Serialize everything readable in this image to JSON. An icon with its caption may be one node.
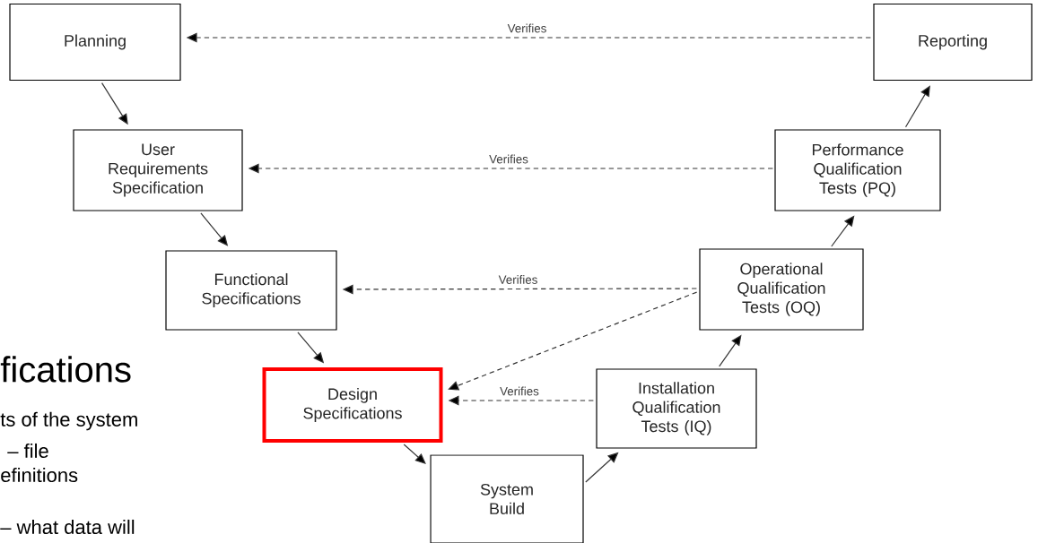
{
  "diagram": {
    "nodes": [
      {
        "text": [
          "Planning"
        ]
      },
      {
        "text": [
          "Reporting"
        ]
      },
      {
        "text": [
          "User Requirements Specification"
        ]
      },
      {
        "text": [
          "Performance Qualification Tests (PQ)"
        ]
      },
      {
        "text": [
          "Functional Specifications"
        ]
      },
      {
        "text": [
          "Operational Qualification Tests (OQ)"
        ]
      },
      {
        "text": [
          "Design Specifications"
        ]
      },
      {
        "text": [
          "Installation Qualification Tests (IQ)"
        ]
      },
      {
        "text": [
          "System Build"
        ]
      }
    ],
    "edges": [
      {
        "from": 0,
        "to": 2,
        "arrow": "to"
      },
      {
        "from": 2,
        "to": 4,
        "arrow": "to"
      },
      {
        "from": 4,
        "to": 6,
        "arrow": "to"
      },
      {
        "from": 6,
        "to": 8,
        "arrow": "to"
      },
      {
        "from": 8,
        "to": 7,
        "arrow": "to"
      },
      {
        "from": 7,
        "to": 5,
        "arrow": "to"
      },
      {
        "from": 5,
        "to": 3,
        "arrow": "to"
      },
      {
        "from": 3,
        "to": 1,
        "arrow": "to"
      },
      {
        "from": 1,
        "to": 0,
        "arrow": "to",
        "style": "dashed",
        "label": "Verifies"
      },
      {
        "from": 3,
        "to": 2,
        "arrow": "to",
        "style": "dashed",
        "label": "Verifies"
      },
      {
        "from": 5,
        "to": 4,
        "arrow": "to",
        "style": "dashed",
        "label": "Verifies"
      },
      {
        "from": 5,
        "to": 6,
        "arrow": "to",
        "style": "dashed"
      },
      {
        "from": 7,
        "to": 6,
        "arrow": "to",
        "style": "dashed",
        "label": "Verifies"
      }
    ],
    "labels": [
      "fications",
      "ts of the system",
      "– file",
      "efinitions",
      "– what data will"
    ]
  }
}
